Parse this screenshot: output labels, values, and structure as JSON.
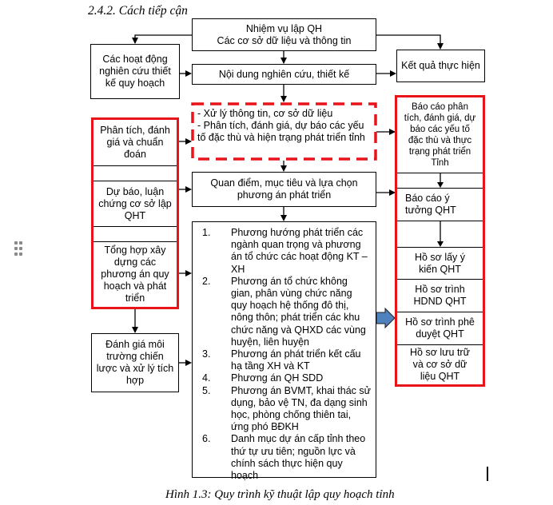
{
  "section_heading": "2.4.2. Cách tiếp cận",
  "caption": "Hình 1.3: Quy trình kỹ thuật lập quy hoạch tỉnh",
  "colors": {
    "highlight_red": "#e8141a",
    "arrow_blue": "#4f81bd",
    "line": "#000000"
  },
  "center": {
    "task_box": {
      "line1": "Nhiệm vụ lập QH",
      "line2": "Các cơ sở dữ liệu và thông tin"
    },
    "research_box": "Nội dung nghiên cứu, thiết kế",
    "analysis_box": {
      "line1": "- Xử lý thông tin, cơ sở dữ liệu",
      "line2": "- Phân tích, đánh giá, dự báo các yếu tố đặc thù và hiện trạng phát triển tỉnh"
    },
    "viewpoint_box": "Quan điểm, mục tiêu và lựa chọn phương án phát triển",
    "plan_list": [
      {
        "num": "1.",
        "text": "Phương hướng phát triển các ngành quan trọng và phương án tổ chức các hoạt động  KT – XH"
      },
      {
        "num": "2.",
        "text": "Phương án tổ chức không gian, phân vùng chức năng quy hoạch hệ thống đô thị, nông thôn; phát triển các khu chức năng và QHXD các vùng huyện, liên huyện"
      },
      {
        "num": "3.",
        "text": "Phương án phát triển kết cấu hạ tầng XH và KT"
      },
      {
        "num": "4.",
        "text": "Phương án QH SDD"
      },
      {
        "num": "5.",
        "text": "Phương án BVMT, khai thác sử dụng, bảo vệ TN, đa dạng sinh học, phòng chống thiên tai, ứng phó BĐKH"
      },
      {
        "num": "6.",
        "text": "Danh mục dự án cấp tỉnh theo thứ tự ưu tiên; nguồn lực và chính sách thực hiện quy hoạch"
      }
    ]
  },
  "left": {
    "research_activities": "Các hoạt động nghiên cứu thiết kế quy hoạch",
    "red_column": [
      "Phân tích, đánh giá và chuẩn đoán",
      "Dự báo, luận chứng cơ sở lập QHT",
      "Tổng hợp xây dựng các phương án quy hoạch và phát triển"
    ],
    "environment_box": "Đánh giá môi trường chiến lược và xử lý tích hợp"
  },
  "right": {
    "results_box": "Kết quả thực hiện",
    "red_column": [
      "Báo cáo phân tích, đánh giá, dự báo các yếu tố đặc thù và thực trạng phát triển Tỉnh",
      "Báo cáo ý tưởng QHT",
      "Hồ sơ lấy ý kiến QHT",
      "Hồ sơ trình HDND QHT",
      "Hồ sơ trình phê duyệt QHT",
      "Hồ sơ lưu trữ và cơ sở dữ liệu QHT"
    ]
  },
  "icons": {
    "drag_handle": "drag-handle-icon",
    "flow_arrow": "arrow-icon",
    "big_arrow": "block-arrow-right-icon"
  }
}
